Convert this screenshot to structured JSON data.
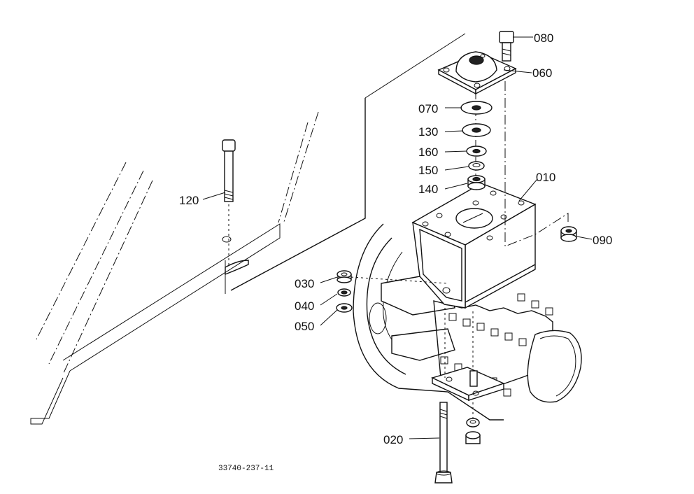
{
  "figure_code": "33740-237-11",
  "callouts": [
    {
      "id": "080",
      "label": "080"
    },
    {
      "id": "060",
      "label": "060"
    },
    {
      "id": "070",
      "label": "070"
    },
    {
      "id": "130",
      "label": "130"
    },
    {
      "id": "160",
      "label": "160"
    },
    {
      "id": "150",
      "label": "150"
    },
    {
      "id": "140",
      "label": "140"
    },
    {
      "id": "010",
      "label": "010"
    },
    {
      "id": "090",
      "label": "090"
    },
    {
      "id": "120",
      "label": "120"
    },
    {
      "id": "030",
      "label": "030"
    },
    {
      "id": "040",
      "label": "040"
    },
    {
      "id": "050",
      "label": "050"
    },
    {
      "id": "020",
      "label": "020"
    }
  ]
}
